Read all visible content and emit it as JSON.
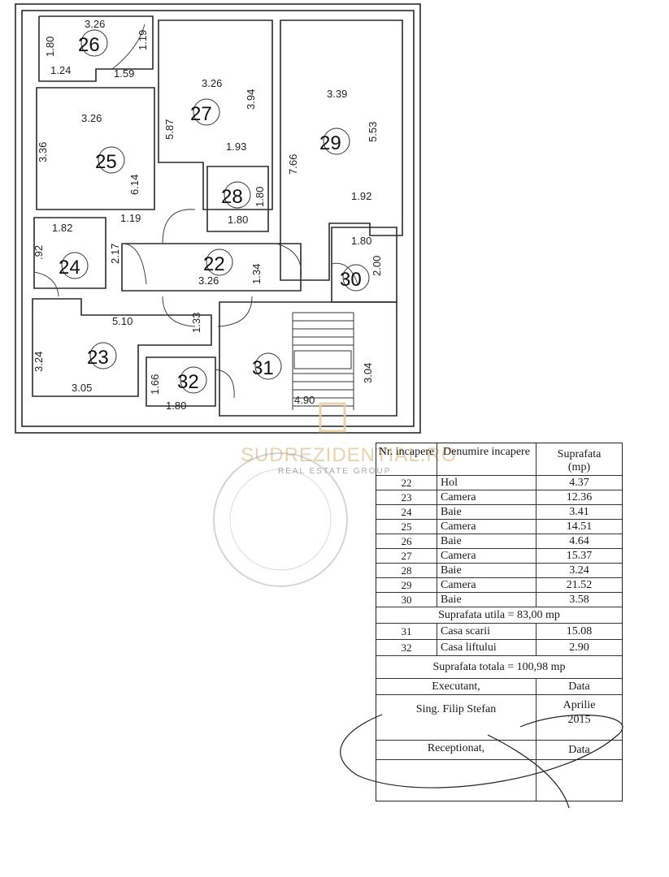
{
  "watermark": {
    "brand": "SUDREZIDENTIAL.RO",
    "tagline": "REAL ESTATE GROUP"
  },
  "plan": {
    "rooms": [
      {
        "num": "22"
      },
      {
        "num": "23"
      },
      {
        "num": "24"
      },
      {
        "num": "25"
      },
      {
        "num": "26"
      },
      {
        "num": "27"
      },
      {
        "num": "28"
      },
      {
        "num": "29"
      },
      {
        "num": "30"
      },
      {
        "num": "31"
      },
      {
        "num": "32"
      }
    ],
    "dims": [
      "3.26",
      "1.80",
      "1.19",
      "1.24",
      "1.59",
      "3.26",
      "3.94",
      "3.26",
      "5.87",
      "3.36",
      "6.14",
      "1.93",
      "3.39",
      "5.53",
      "7.66",
      "1.80",
      "1.80",
      "1.92",
      "1.19",
      "1.82",
      "1.80",
      "2.00",
      "2.17",
      ".92",
      "3.26",
      "1.34",
      "5.10",
      "1.33",
      "3.24",
      "1.66",
      "3.05",
      "1.80",
      "3.04",
      "4.90"
    ]
  },
  "table": {
    "headers": {
      "nr": "Nr. incapere",
      "name": "Denumire incapere",
      "area": "Suprafata (mp)"
    },
    "rows": [
      {
        "nr": "22",
        "name": "Hol",
        "area": "4.37"
      },
      {
        "nr": "23",
        "name": "Camera",
        "area": "12.36"
      },
      {
        "nr": "24",
        "name": "Baie",
        "area": "3.41"
      },
      {
        "nr": "25",
        "name": "Camera",
        "area": "14.51"
      },
      {
        "nr": "26",
        "name": "Baie",
        "area": "4.64"
      },
      {
        "nr": "27",
        "name": "Camera",
        "area": "15.37"
      },
      {
        "nr": "28",
        "name": "Baie",
        "area": "3.24"
      },
      {
        "nr": "29",
        "name": "Camera",
        "area": "21.52"
      },
      {
        "nr": "30",
        "name": "Baie",
        "area": "3.58"
      }
    ],
    "subtotal": "Suprafata utila = 83,00 mp",
    "rows2": [
      {
        "nr": "31",
        "name": "Casa scarii",
        "area": "15.08"
      },
      {
        "nr": "32",
        "name": "Casa liftului",
        "area": "2.90"
      }
    ],
    "total": "Suprafata totala = 100,98 mp",
    "executant_label": "Executant,",
    "executant_name": "Sing. Filip  Stefan",
    "data_label": "Data",
    "data_value_1": "Aprilie",
    "data_value_2": "2015",
    "receptionat_label": "Receptionat,",
    "data_label_2": "Data"
  }
}
